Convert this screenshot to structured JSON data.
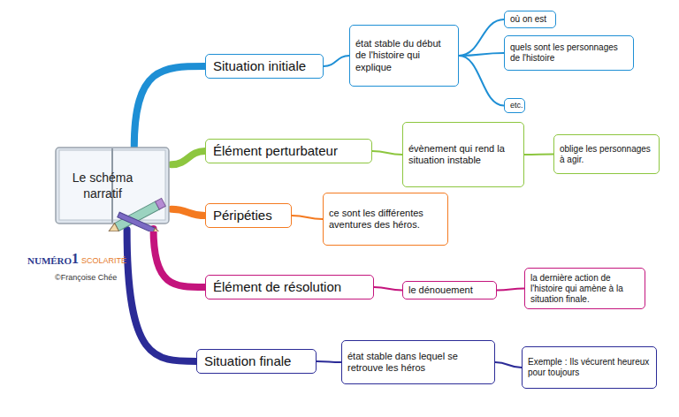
{
  "diagram": {
    "nodes": [
      {
        "text": [
          "Le schéma narratif"
        ]
      },
      {
        "text": [
          "Situation initiale"
        ]
      },
      {
        "text": [
          "état stable du début de l'histoire qui explique"
        ]
      },
      {
        "text": [
          "où on est"
        ]
      },
      {
        "text": [
          "quels sont les personnages de l'histoire"
        ]
      },
      {
        "text": [
          "etc."
        ]
      },
      {
        "text": [
          "Élément perturbateur"
        ]
      },
      {
        "text": [
          "évènement qui rend la situation instable"
        ]
      },
      {
        "text": [
          "oblige les personnages à agir."
        ]
      },
      {
        "text": [
          "Péripéties"
        ]
      },
      {
        "text": [
          "ce sont les différentes aventures des héros."
        ]
      },
      {
        "text": [
          "Élément de résolution"
        ]
      },
      {
        "text": [
          "le dénouement"
        ]
      },
      {
        "text": [
          "la dernière action de l'histoire qui amène à la situation finale."
        ]
      },
      {
        "text": [
          "Situation finale"
        ]
      },
      {
        "text": [
          "état stable dans lequel se retrouve les héros"
        ]
      },
      {
        "text": [
          "Exemple : Ils vécurent heureux pour toujours"
        ]
      }
    ],
    "edges": [
      {
        "from": 0,
        "to": 1,
        "arrow": "none"
      },
      {
        "from": 1,
        "to": 2,
        "arrow": "none"
      },
      {
        "from": 2,
        "to": 3,
        "arrow": "none"
      },
      {
        "from": 2,
        "to": 4,
        "arrow": "none"
      },
      {
        "from": 2,
        "to": 5,
        "arrow": "none"
      },
      {
        "from": 0,
        "to": 6,
        "arrow": "none"
      },
      {
        "from": 6,
        "to": 7,
        "arrow": "none"
      },
      {
        "from": 7,
        "to": 8,
        "arrow": "none"
      },
      {
        "from": 0,
        "to": 9,
        "arrow": "none"
      },
      {
        "from": 9,
        "to": 10,
        "arrow": "none"
      },
      {
        "from": 0,
        "to": 11,
        "arrow": "none"
      },
      {
        "from": 11,
        "to": 12,
        "arrow": "none"
      },
      {
        "from": 12,
        "to": 13,
        "arrow": "none"
      },
      {
        "from": 0,
        "to": 14,
        "arrow": "none"
      },
      {
        "from": 14,
        "to": 15,
        "arrow": "none"
      },
      {
        "from": 15,
        "to": 16,
        "arrow": "none"
      }
    ],
    "labels": [
      "NUMÉRO",
      "1",
      "SCOLARITÉ",
      "©Françoise Chée"
    ]
  }
}
